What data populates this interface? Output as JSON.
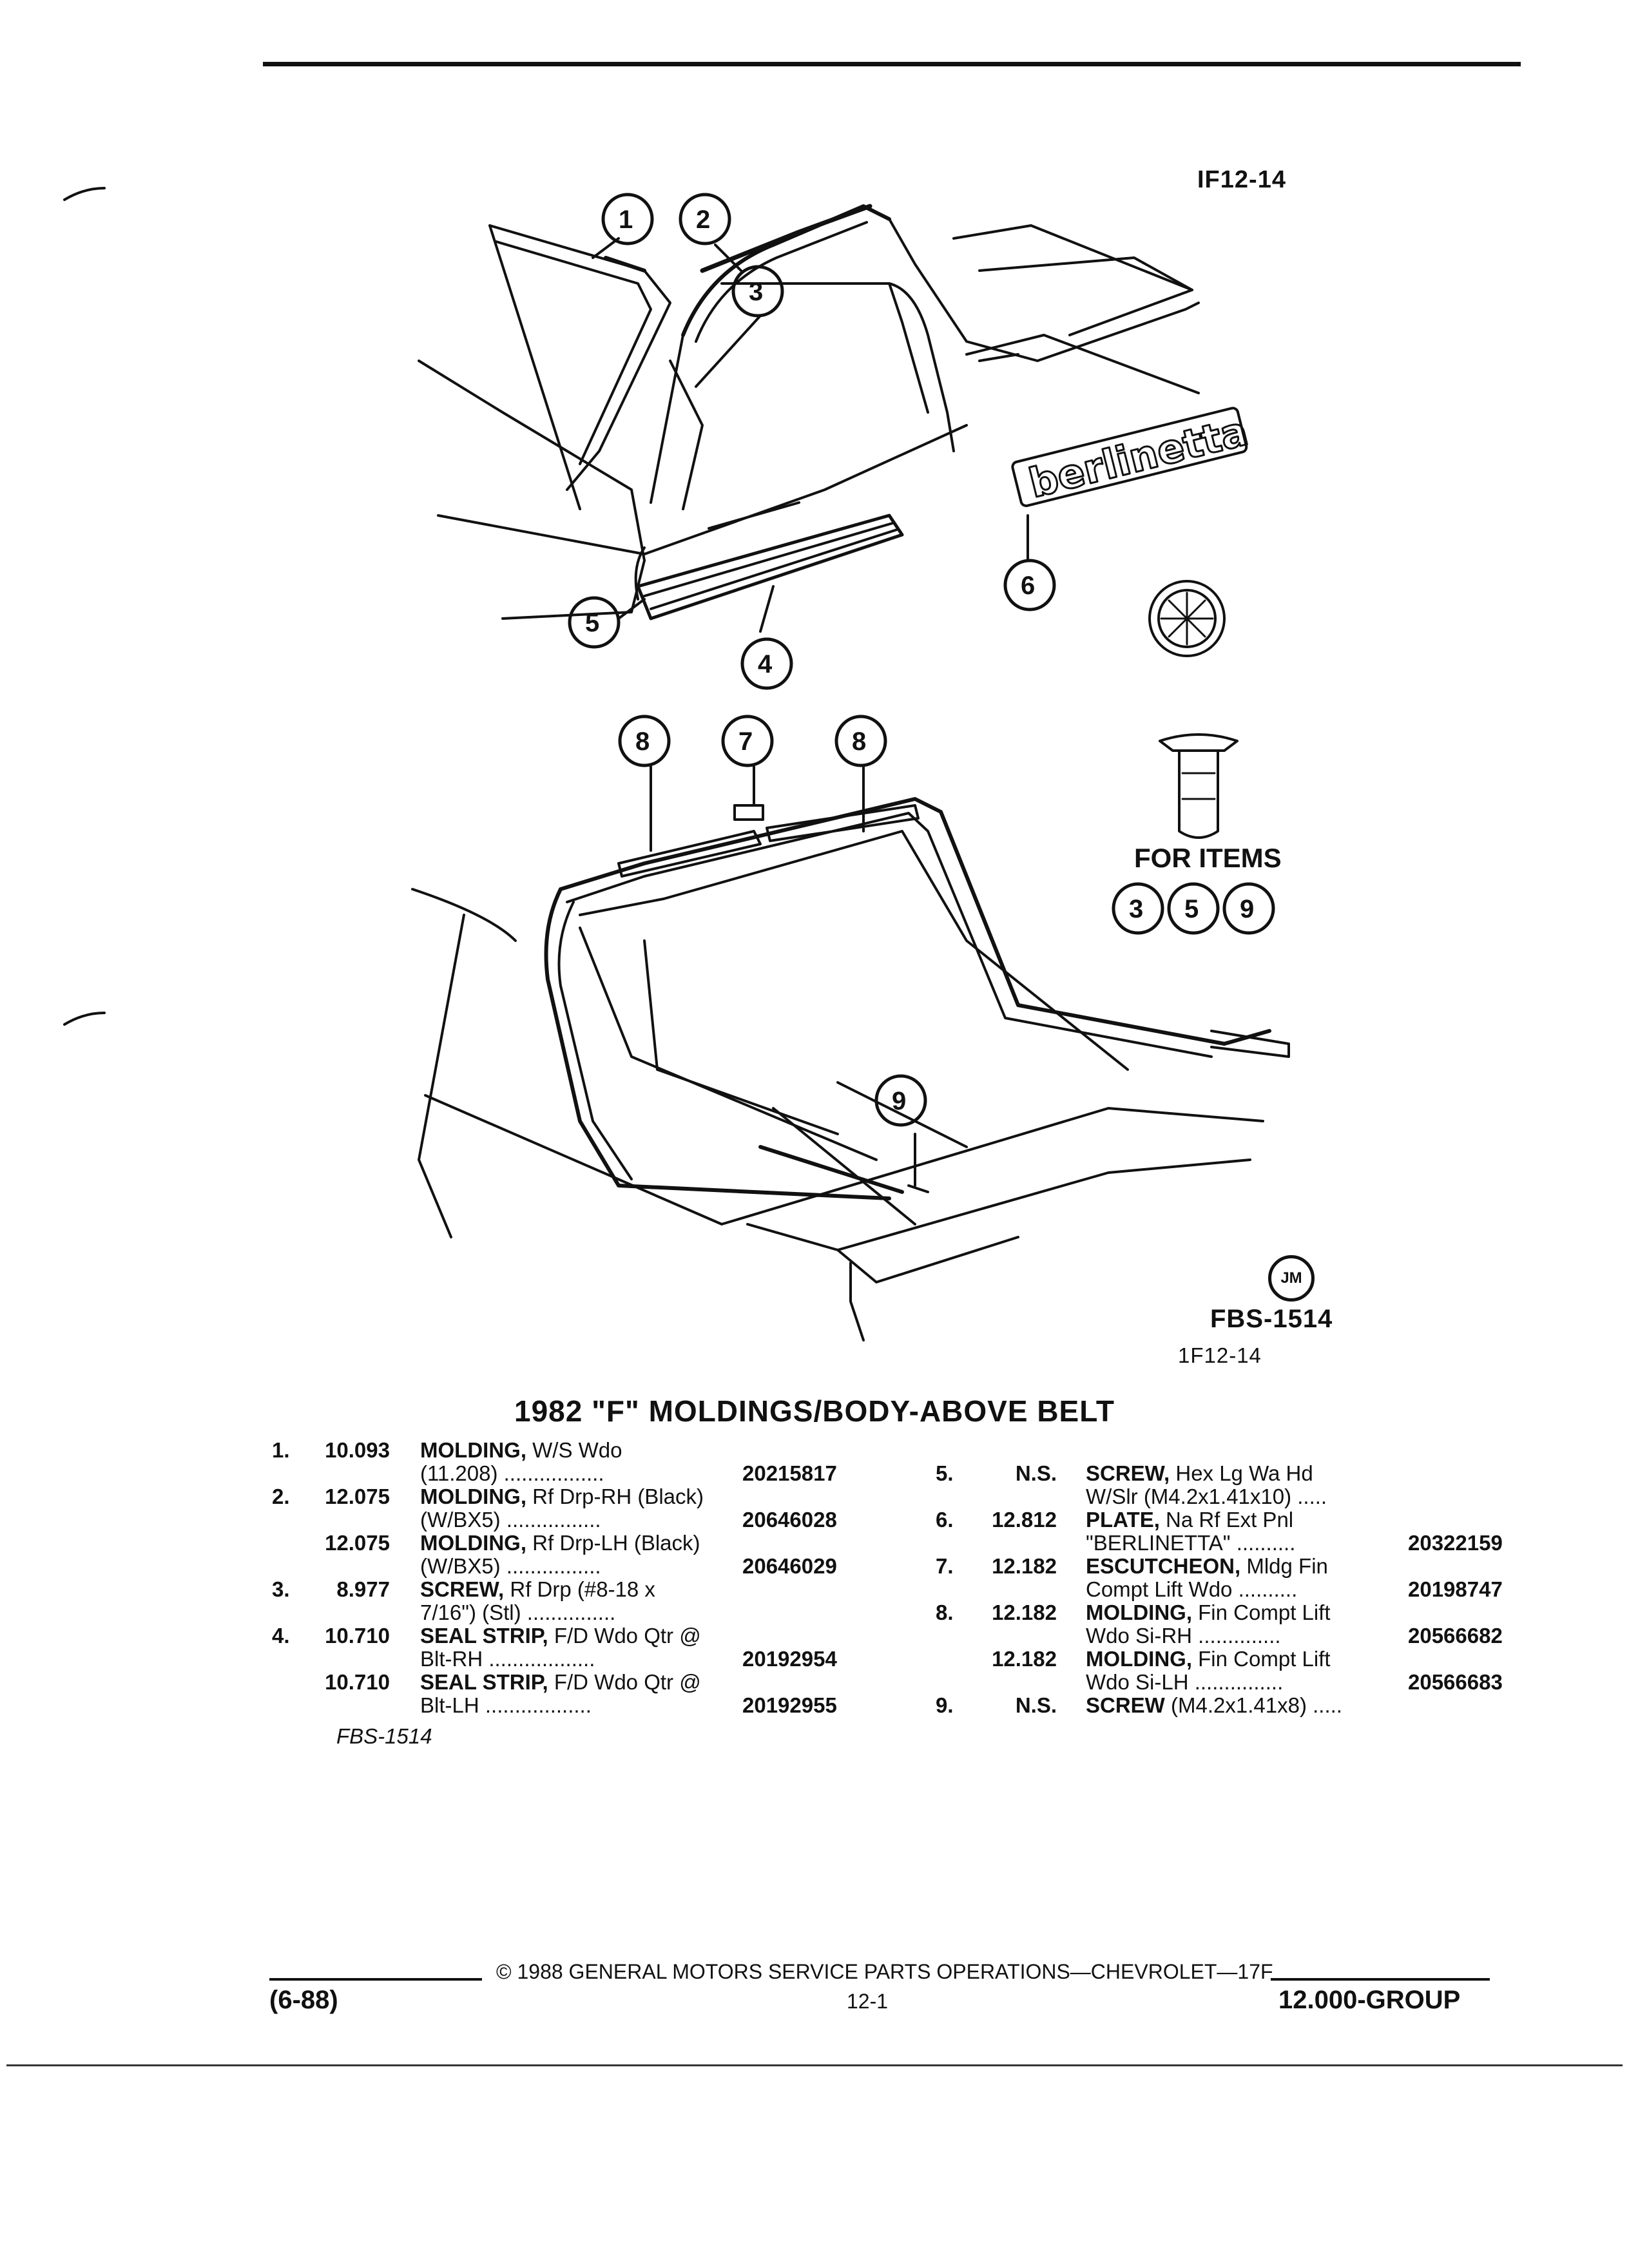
{
  "header": {
    "ref_code": "IF12-14"
  },
  "figure": {
    "callouts": [
      "1",
      "2",
      "3",
      "4",
      "5",
      "6",
      "7",
      "8",
      "9"
    ],
    "emblem_text": "berlinetta",
    "for_items_label": "FOR ITEMS",
    "for_items_refs": [
      "3",
      "5",
      "9"
    ],
    "jm_mark": "JM",
    "fbs_code": "FBS-1514",
    "fig_code": "1F12-14"
  },
  "title": "1982 \"F\" MOLDINGS/BODY-ABOVE BELT",
  "parts_left": [
    {
      "idx": "1.",
      "group": "10.093",
      "name": "MOLDING,",
      "desc": " W/S Wdo",
      "cont": "(11.208)  .................",
      "pn": "20215817"
    },
    {
      "idx": "2.",
      "group": "12.075",
      "name": "MOLDING,",
      "desc": " Rf Drp-RH (Black)",
      "cont": "(W/BX5)  ................",
      "pn": "20646028"
    },
    {
      "idx": "",
      "group": "12.075",
      "name": "MOLDING,",
      "desc": " Rf Drp-LH (Black)",
      "cont": "(W/BX5)  ................",
      "pn": "20646029"
    },
    {
      "idx": "3.",
      "group": "8.977",
      "name": "SCREW,",
      "desc": " Rf Drp (#8-18 x",
      "cont": "7/16\") (Stl)  ...............",
      "pn": ""
    },
    {
      "idx": "4.",
      "group": "10.710",
      "name": "SEAL STRIP,",
      "desc": " F/D Wdo Qtr @",
      "cont": "Blt-RH  ..................",
      "pn": "20192954"
    },
    {
      "idx": "",
      "group": "10.710",
      "name": "SEAL STRIP,",
      "desc": " F/D Wdo Qtr @",
      "cont": "Blt-LH  ..................",
      "pn": "20192955"
    }
  ],
  "parts_left_note": "FBS-1514",
  "parts_right": [
    {
      "idx": "5.",
      "group": "N.S.",
      "name": "SCREW,",
      "desc": " Hex Lg Wa Hd",
      "cont": "W/Slr (M4.2x1.41x10)  .....",
      "pn": ""
    },
    {
      "idx": "6.",
      "group": "12.812",
      "name": "PLATE,",
      "desc": " Na Rf Ext Pnl",
      "cont": "\"BERLINETTA\"  ..........",
      "pn": "20322159"
    },
    {
      "idx": "7.",
      "group": "12.182",
      "name": "ESCUTCHEON,",
      "desc": " Mldg Fin",
      "cont": "Compt Lift Wdo  ..........",
      "pn": "20198747"
    },
    {
      "idx": "8.",
      "group": "12.182",
      "name": "MOLDING,",
      "desc": " Fin Compt Lift",
      "cont": "Wdo Si-RH  ..............",
      "pn": "20566682"
    },
    {
      "idx": "",
      "group": "12.182",
      "name": "MOLDING,",
      "desc": " Fin Compt Lift",
      "cont": "Wdo Si-LH  ...............",
      "pn": "20566683"
    },
    {
      "idx": "9.",
      "group": "N.S.",
      "name": "SCREW",
      "desc": " (M4.2x1.41x8)  .....",
      "cont": "",
      "pn": ""
    }
  ],
  "footer": {
    "copyright": "©  1988  GENERAL MOTORS SERVICE PARTS OPERATIONS—CHEVROLET—17F",
    "date_code": "(6-88)",
    "page_num": "12-1",
    "group": "12.000-GROUP"
  }
}
